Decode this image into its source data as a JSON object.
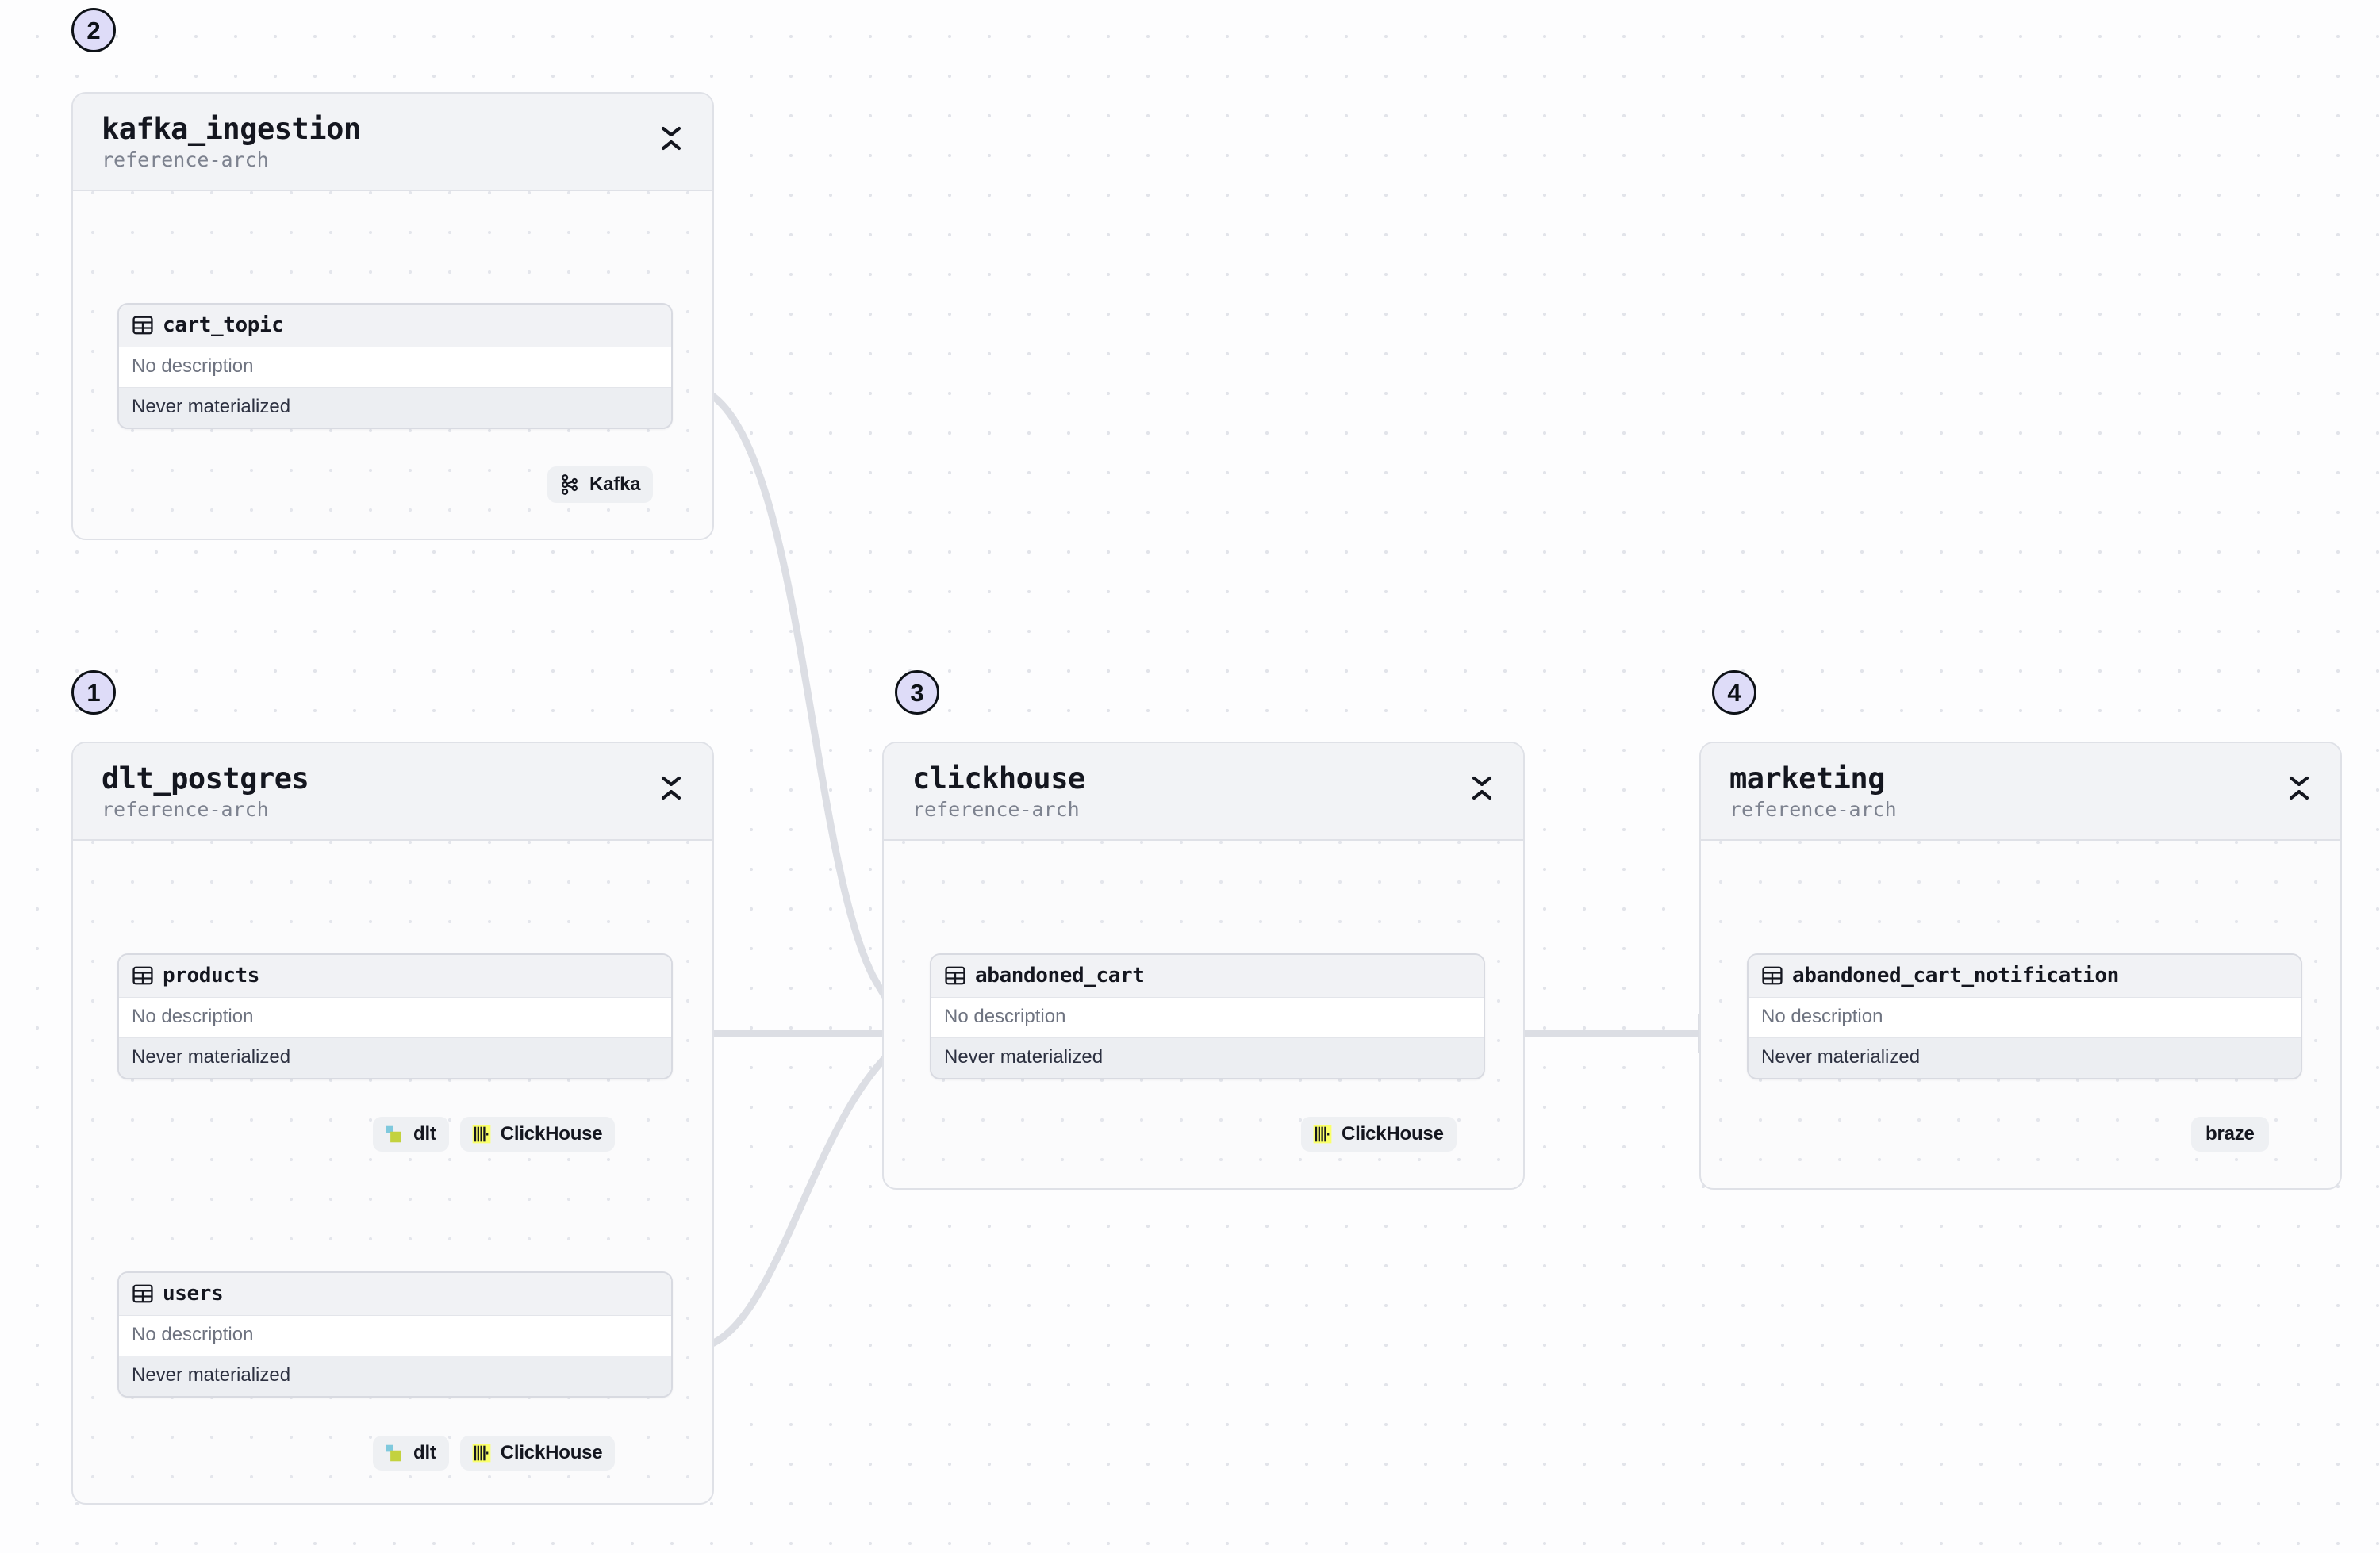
{
  "canvas": {
    "background_color": "#fdfdfe",
    "dot_color": "#e2e4ea",
    "edge_color": "#dcdee4",
    "badge_fill": "#dedcf8",
    "badge_border": "#0d1117"
  },
  "groups": [
    {
      "id": "kafka_ingestion",
      "step": "2",
      "title": "kafka_ingestion",
      "subtitle": "reference-arch",
      "collapse_icon": "chevrons-down-up-icon",
      "tables": [
        {
          "name": "cart_topic",
          "icon": "table-grid-icon",
          "description": "No description",
          "materialization": "Never materialized"
        }
      ],
      "pills": [
        {
          "label": "Kafka",
          "icon": "kafka-icon"
        }
      ]
    },
    {
      "id": "dlt_postgres",
      "step": "1",
      "title": "dlt_postgres",
      "subtitle": "reference-arch",
      "collapse_icon": "chevrons-down-up-icon",
      "tables": [
        {
          "name": "products",
          "icon": "table-grid-icon",
          "description": "No description",
          "materialization": "Never materialized"
        },
        {
          "name": "users",
          "icon": "table-grid-icon",
          "description": "No description",
          "materialization": "Never materialized"
        }
      ],
      "pills": [
        {
          "label": "dlt",
          "icon": "dlt-icon"
        },
        {
          "label": "ClickHouse",
          "icon": "clickhouse-icon"
        }
      ]
    },
    {
      "id": "clickhouse",
      "step": "3",
      "title": "clickhouse",
      "subtitle": "reference-arch",
      "collapse_icon": "chevrons-down-up-icon",
      "tables": [
        {
          "name": "abandoned_cart",
          "icon": "table-grid-icon",
          "description": "No description",
          "materialization": "Never materialized"
        }
      ],
      "pills": [
        {
          "label": "ClickHouse",
          "icon": "clickhouse-icon"
        }
      ]
    },
    {
      "id": "marketing",
      "step": "4",
      "title": "marketing",
      "subtitle": "reference-arch",
      "collapse_icon": "chevrons-down-up-icon",
      "tables": [
        {
          "name": "abandoned_cart_notification",
          "icon": "table-grid-icon",
          "description": "No description",
          "materialization": "Never materialized"
        }
      ],
      "pills": [
        {
          "label": "braze",
          "icon": "none"
        }
      ]
    }
  ],
  "edges": [
    {
      "from": "cart_topic",
      "to": "abandoned_cart",
      "style": "curved"
    },
    {
      "from": "products",
      "to": "abandoned_cart",
      "style": "straight"
    },
    {
      "from": "users",
      "to": "abandoned_cart",
      "style": "curved"
    },
    {
      "from": "abandoned_cart",
      "to": "abandoned_cart_notification",
      "style": "straight"
    }
  ]
}
